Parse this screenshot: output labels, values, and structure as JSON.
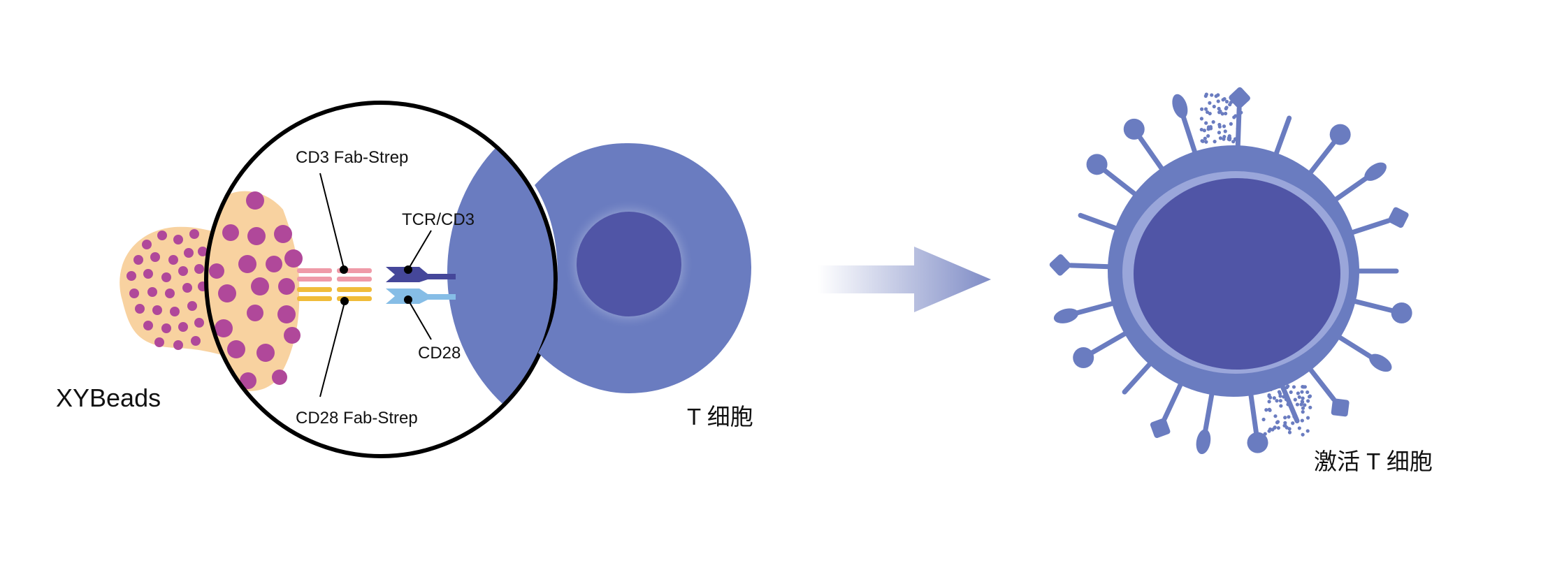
{
  "labels": {
    "beads": "XYBeads",
    "cd3_fab": "CD3 Fab-Strep",
    "cd28_fab": "CD28 Fab-Strep",
    "tcr_cd3": "TCR/CD3",
    "cd28": "CD28",
    "t_cell": "T 细胞",
    "activated_t_cell": "激活 T 细胞"
  },
  "colors": {
    "bead_body": "#f8d2a0",
    "bead_dot": "#b0489a",
    "cell_outer": "#6a7cc0",
    "cell_nucleus": "#5055a6",
    "cd3_fab": "#ef9aa8",
    "cd28_fab": "#f0bc3a",
    "tcr": "#45479a",
    "cd28_receptor": "#86bde6",
    "arrow": "#7f8cc6"
  }
}
